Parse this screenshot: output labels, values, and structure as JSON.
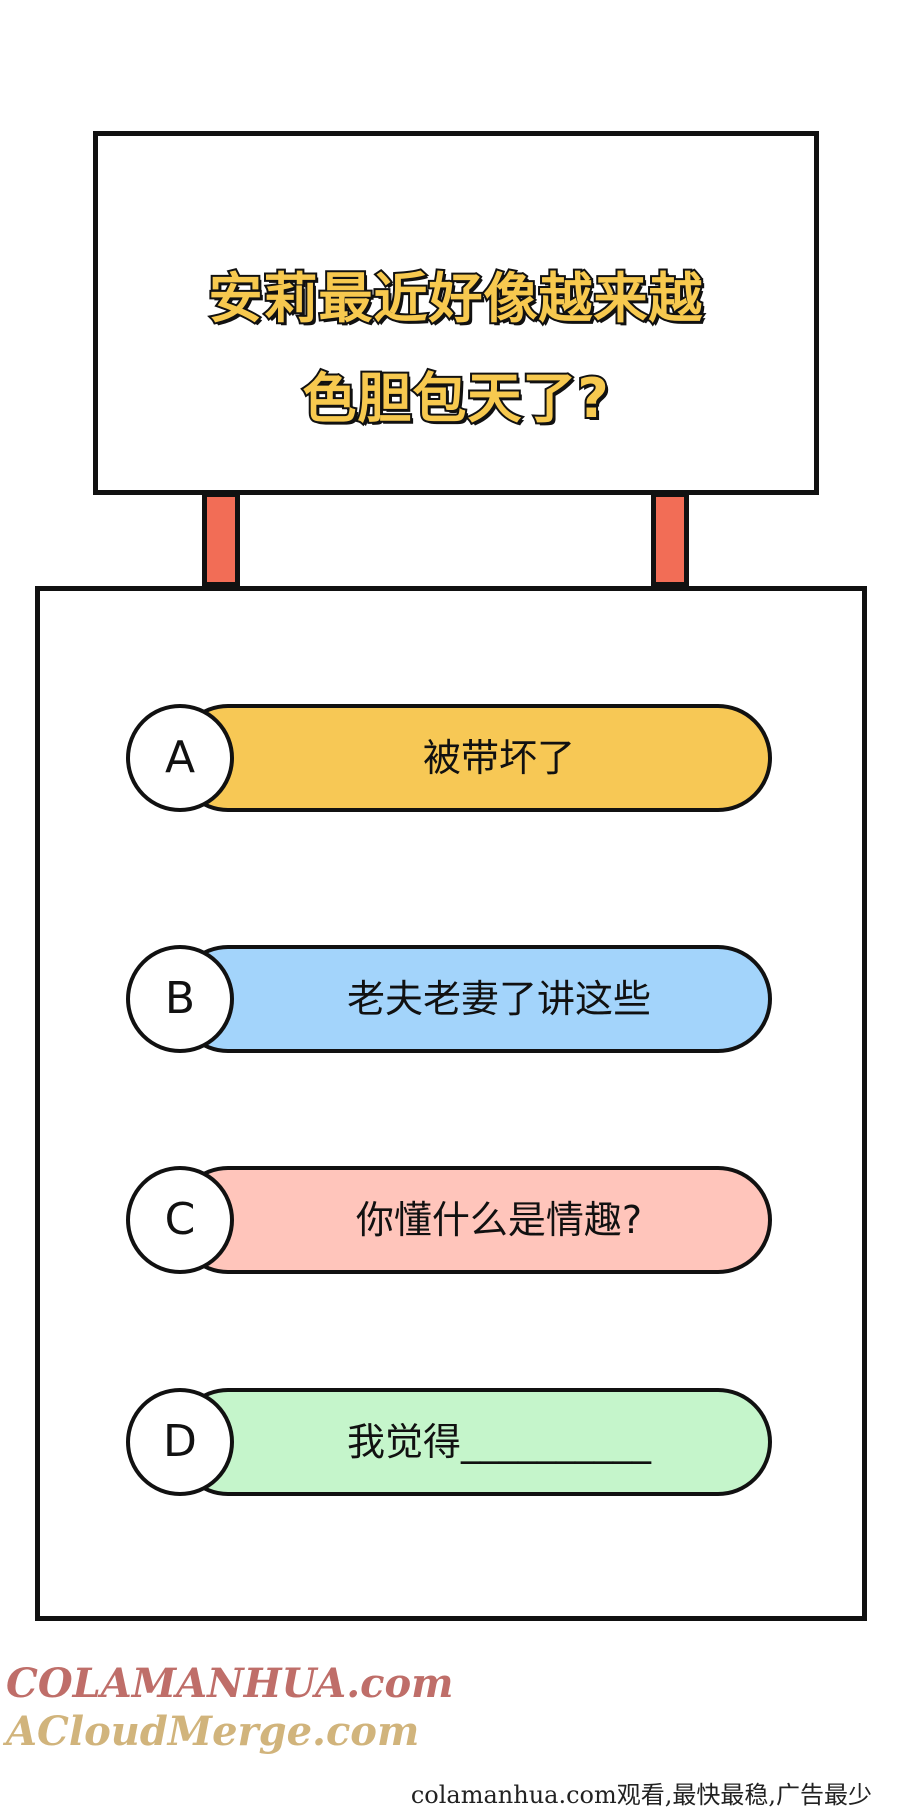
{
  "question": {
    "line1": "安莉最近好像越来越",
    "line2": "色胆包天了?"
  },
  "options": [
    {
      "letter": "A",
      "text": "被带坏了",
      "color": "#f7c855"
    },
    {
      "letter": "B",
      "text": "老夫老妻了讲这些",
      "color": "#a3d4fb"
    },
    {
      "letter": "C",
      "text": "你懂什么是情趣?",
      "color": "#ffc5bb"
    },
    {
      "letter": "D",
      "text": "我觉得__________",
      "color": "#c5f5cb"
    }
  ],
  "watermark": {
    "line1": "COLAMANHUA.com",
    "line2": "ACloudMerge.com"
  },
  "footer": "colamanhua.com观看,最快最稳,广告最少",
  "colors": {
    "sign_title": "#f7c94f",
    "post": "#f26d56",
    "outline": "#111111"
  }
}
